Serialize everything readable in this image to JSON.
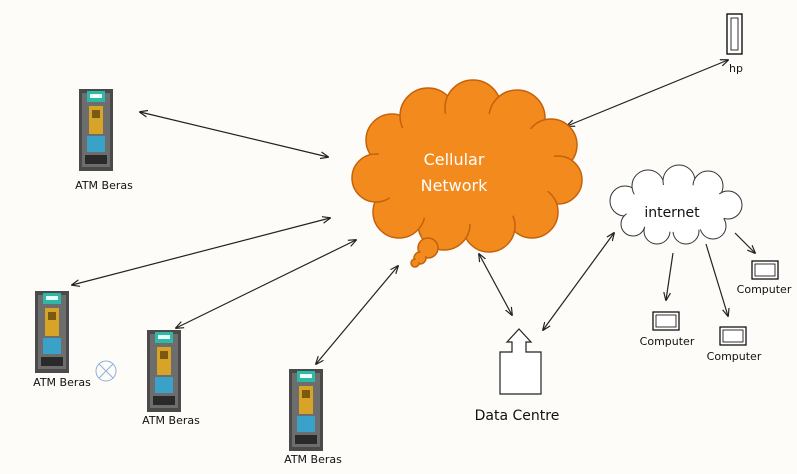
{
  "colors": {
    "background": "#fefcf8",
    "cloud_fill": "#f28a1e",
    "cloud_stroke": "#c4620c",
    "line": "#222222",
    "atm_body": "#4a4a4a",
    "atm_screen": "#2fb8a8",
    "atm_panel": "#d8a428"
  },
  "cellular_network": {
    "line1": "Cellular",
    "line2": "Network"
  },
  "internet": {
    "label": "internet"
  },
  "data_centre": {
    "label": "Data Centre"
  },
  "hp": {
    "label": "hp"
  },
  "atms": [
    {
      "label": "ATM Beras"
    },
    {
      "label": "ATM Beras"
    },
    {
      "label": "ATM Beras"
    },
    {
      "label": "ATM Beras"
    }
  ],
  "computers": [
    {
      "label": "Computer"
    },
    {
      "label": "Computer"
    },
    {
      "label": "Computer"
    }
  ]
}
